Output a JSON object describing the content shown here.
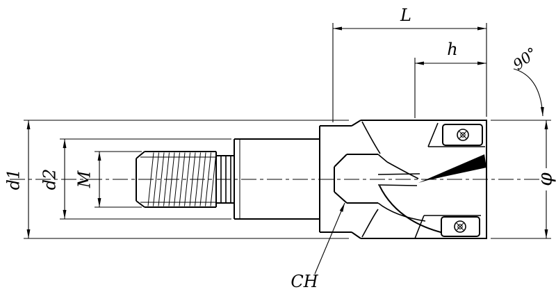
{
  "drawing": {
    "labels": {
      "overall_length": "L",
      "cutting_depth": "h",
      "corner_angle": "90°",
      "flange_diameter": "d1",
      "shank_diameter": "d2",
      "thread_size": "M",
      "cutting_diameter": "φ",
      "chamfer": "CH"
    },
    "colors": {
      "line": "#000000",
      "background": "#ffffff"
    }
  }
}
